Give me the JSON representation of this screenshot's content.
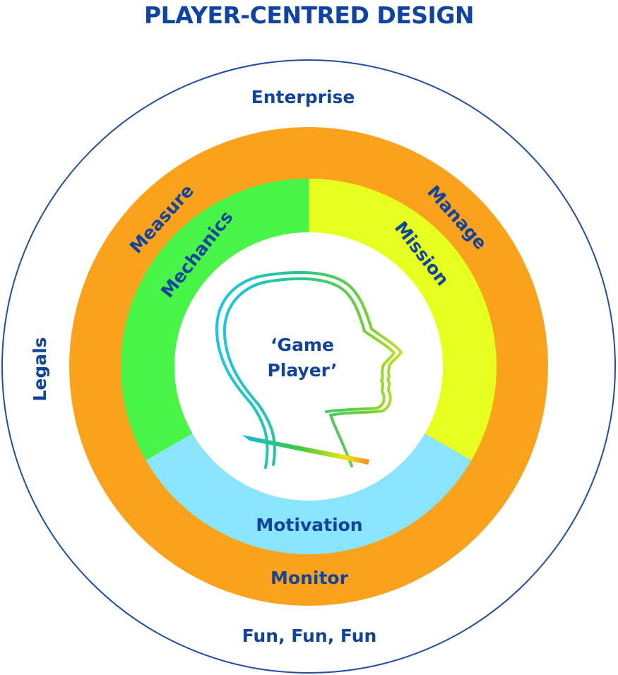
{
  "title": "PLAYER-CENTRED DESIGN",
  "colors": {
    "title_text": "#0f44a6",
    "label_text": "#11449c",
    "outer_ring_stroke": "#1f4ea3",
    "orange_ring": "#faa21b",
    "mechanics_segment": "#47f547",
    "mission_segment": "#e7ff1e",
    "motivation_segment": "#89e5fb"
  },
  "outer_ring": {
    "top_label": "Enterprise",
    "left_label": "Legals",
    "bottom_label": "Fun, Fun, Fun"
  },
  "middle_ring": {
    "top_left_label": "Measure",
    "top_right_label": "Manage",
    "bottom_label": "Monitor"
  },
  "inner_ring": {
    "left_label": "Mechanics",
    "right_label": "Mission",
    "bottom_label": "Motivation"
  },
  "center": {
    "icon": "head-profile-icon",
    "line1": "‘Game",
    "line2": "Player’"
  }
}
